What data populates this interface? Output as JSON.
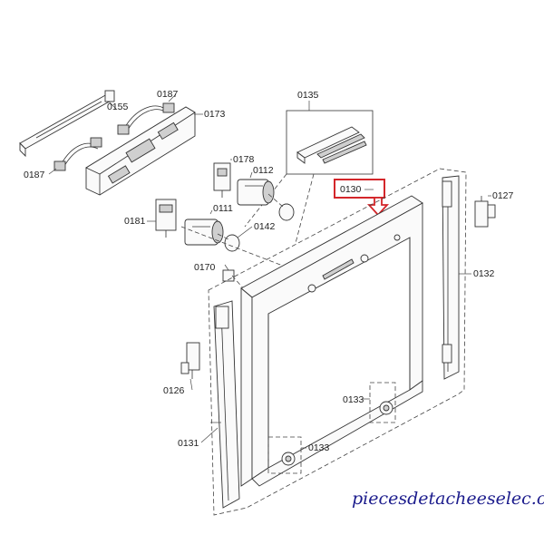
{
  "diagram": {
    "callouts": [
      {
        "id": "c0155",
        "text": "0155"
      },
      {
        "id": "c0187a",
        "text": "0187"
      },
      {
        "id": "c0173",
        "text": "0173"
      },
      {
        "id": "c0187b",
        "text": "0187"
      },
      {
        "id": "c0135",
        "text": "0135"
      },
      {
        "id": "c0178",
        "text": "0178"
      },
      {
        "id": "c0112",
        "text": "0112"
      },
      {
        "id": "c0130",
        "text": "0130"
      },
      {
        "id": "c0127",
        "text": "0127"
      },
      {
        "id": "c0181",
        "text": "0181"
      },
      {
        "id": "c0111",
        "text": "0111"
      },
      {
        "id": "c0142",
        "text": "0142"
      },
      {
        "id": "c0170",
        "text": "0170"
      },
      {
        "id": "c0132",
        "text": "0132"
      },
      {
        "id": "c0126",
        "text": "0126"
      },
      {
        "id": "c0133a",
        "text": "0133"
      },
      {
        "id": "c0131",
        "text": "0131"
      },
      {
        "id": "c0133b",
        "text": "0133"
      }
    ],
    "highlight_color": "#d4262a",
    "watermark": "piecesdetacheeselec.com",
    "watermark_color": "#1b1b8c"
  }
}
